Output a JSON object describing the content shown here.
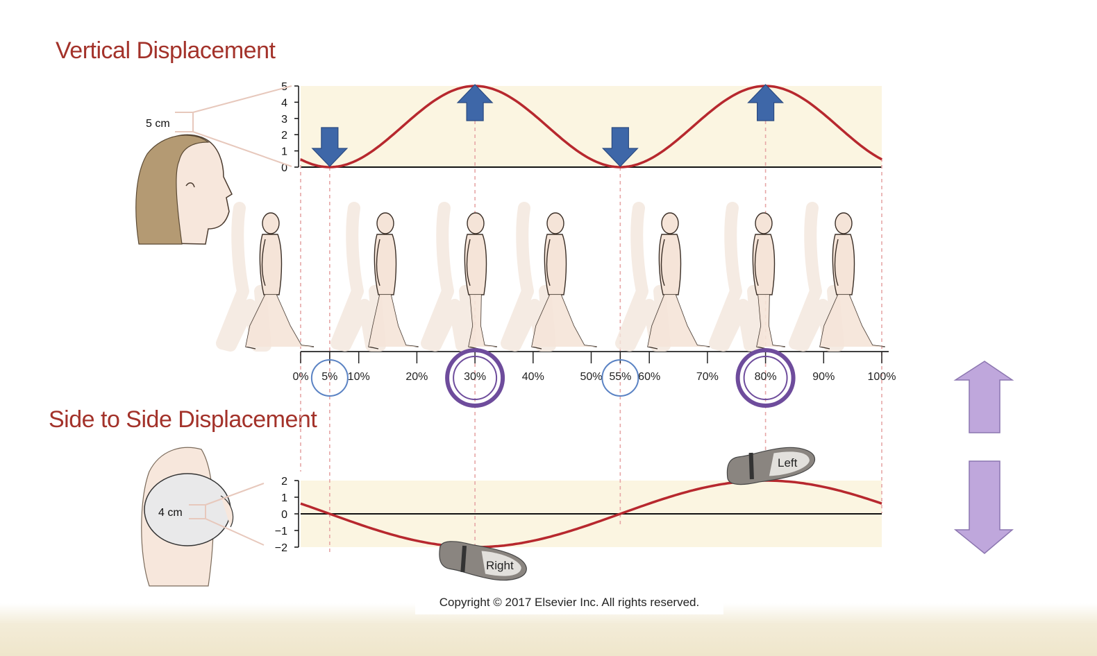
{
  "vertical": {
    "title": "Vertical Displacement",
    "head_label": "5 cm",
    "y_ticks": [
      "5",
      "4",
      "3",
      "2",
      "1",
      "0"
    ],
    "min_markers": [
      "5%",
      "55%"
    ],
    "max_markers": [
      "30%",
      "80%"
    ]
  },
  "gait": {
    "percent_labels": [
      "0%",
      "5%",
      "10%",
      "20%",
      "30%",
      "40%",
      "50%",
      "55%",
      "60%",
      "70%",
      "80%",
      "90%",
      "100%"
    ]
  },
  "side": {
    "title": "Side to Side Displacement",
    "head_label": "4 cm",
    "y_ticks": [
      "2",
      "1",
      "0",
      "−1",
      "−2"
    ],
    "right_foot_label": "Right",
    "left_foot_label": "Left"
  },
  "copyright": "Copyright © 2017 Elsevier Inc. All rights reserved.",
  "colors": {
    "title": "#a3322a",
    "curve": "#b7282e",
    "band": "#fbf5e1",
    "arrow_blue": "#3e67a8",
    "circle_blue": "#5b83c4",
    "circle_purple": "#6e4c9c",
    "arrow_lavender": "#bfa7dc",
    "figure": "#f5e4d8"
  },
  "icons": [
    "arrow-down-icon",
    "arrow-up-icon",
    "footprint-icon",
    "head-profile-icon",
    "head-top-icon",
    "walking-figure-icon"
  ]
}
